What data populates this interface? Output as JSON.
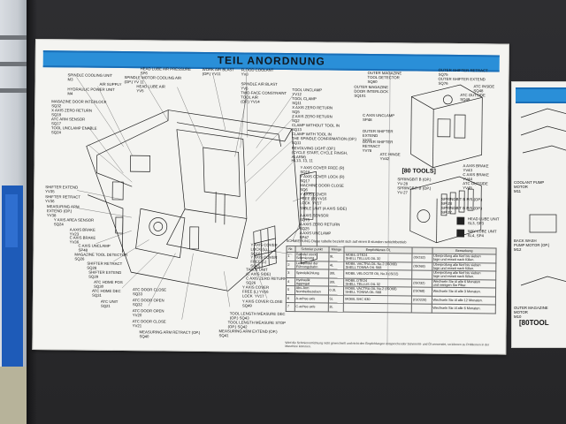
{
  "title": "TEIL ANORDNUNG",
  "tools_label": "[80 TOOLS]",
  "second_sheet_tools": "[80TOOL",
  "labels_main": [
    "HEAD LUBE AIR PRESSURE\nSP6",
    "SPINDLE MOTOR COOLING AIR\n(OP.) YV 11",
    "HEAD LUBE AIR\nYV5",
    "WORK AIR BLAST\n(OP.) YV11",
    "FLOOD COOLANT\nYV3",
    "SPINDLE AIR BLAST\nYV5",
    "TWO-FACE CONSTRAINT\nTOOL AIR\n(OP.) YV14",
    "SPINDLE COOLING UNIT\nM3",
    "AIR SUPPLY",
    "HYDRAULIC POWER UNIT\nM4",
    "MAGAZINE DOOR INTERLOCK\nSQ32",
    "X AXIS ZERO RETURN\nSQ18",
    "ATC ARM SENSOR\nSQ17",
    "TOOL UNCLAMP ENABLE\nSQ24",
    "SHIFTER EXTEND\nYV35",
    "SHIFTER RETRACT\nYV36",
    "MEASURING ARM\nEXTEND (OP.)\nYV38",
    "Y AXIS AREA SENSOR\nSQ24",
    "A AXIS BRAKE\nYV23",
    "C AXIS BRAKE\nYV36",
    "C AXIS UNCLAMP\nSP48",
    "MAGAZINE TOOL DETECTOR\nSQ26",
    "SHIFTER RETRACT\nSQ28",
    "SHIFTER EXTEND\nSQ29",
    "ATC HOME POS\nSQ30",
    "ATC HOME DEC\nSQ31",
    "ATC UNIT\nSQ21",
    "ATC DOOR CLOSE\nSQ33",
    "ATC DOOR OPEN\nSQ32",
    "ATC DOOR OPEN\nYV20",
    "ATC DOOR CLOSE\nYV21",
    "MEASURING ARM RETRACT (OP.)\nSQ40",
    "MEASURING ARM EXTEND (OP.)\nSQ41",
    "TOOL LENGTH MEASURE STOP\n(OP.) SQ42",
    "TOOL LENGTH MEASURE DEC\n(OP.) SQ43",
    "TOOL UNCLAMP\nYV12",
    "TOOL CLAMP\nSQ11",
    "X AXIS ZERO RETURN\nSQ5",
    "Z AXIS ZERO RETURN\nSQ2",
    "CLAMP WITHOUT TOOL IN\nSQ13",
    "CLAMP WITH TOOL IN\nTHE SPINDLE CONFIRMATION (OP.)\nSQ11",
    "REVOLVING LIGHT (OP.)\n(CYCLE START, CYCLE FINISH,\nALARM)\nHL13, 13, 11",
    "Y AXIS COVER FREE (R)\nSQ18",
    "Y AXIS COVER LOCK (R)\nSQ17",
    "MACHINE DOOR CLOSE\nSQ6",
    "Y AXIS COVER\nFREE (R) YV16\nLOCK  YV17",
    "TABLE UNIT (A AXIS SIDE)",
    "A AXIS SENSOR\nSQ73",
    "A AXIS ZERO RETURN\nSQ25",
    "A AXIS UNCLAMP\nSP47",
    "Y AXIS COVER\nLOCK (L)\nSQ16",
    "Y AXIS COVER\nFREE (L)\nSQ15",
    "TABLE UNIT\n(C AXIS SIDE)",
    "C AXIS ZERO RETURN\nSQ26",
    "Y AXIS COVER\nFREE (L) YV16\nLOCK  YV17",
    "Y AXIS COVER CLOSE\nSQ49"
  ],
  "labels_right": [
    "OUTER MAGAZINE\nTOOL DETECTOR\nSQ60",
    "OUTER MAGAZINE\nDOOR INTERLOCK\nSQ101",
    "OUTER SHIFTER RETRACT\nSQ75",
    "OUTER SHIFTER EXTEND\nSQ76",
    "ATC INSIDE\nSQ48",
    "ATC OUTSIDE\nSQ49",
    "C AXIS UNCLAMP\nSP48",
    "OUTER SHIFTER\nEXTEND\nYV77",
    "OUTER SHIFTER\nRETRACT\nYV78",
    "ATC HINGE\nYV42",
    "A AXIS BRAKE\nYV43",
    "C AXIS BRAKE\nYV44",
    "ATC OUTSIDE\nYV45",
    "SPRINGBIT B (OP.)\nYV-28",
    "SPRINGBIT B (OP.)\nYV-27",
    "SPRINGBIT B P/S (OP.)\nSP-28",
    "SPRINGBIT B P/S (OP.)\nSP-27",
    "HEAD LUBE UNIT\nSL3, SP3",
    "WAY LUBE UNIT\nSL4, SP4"
  ],
  "labels_second_sheet": [
    "COOLANT PUMP\nMOTOR\nM11",
    "BACK WASH\nPUMP MOTOR (OP.)\nM12",
    "OUTER MAGAZINE\nMOTOR\nM10"
  ],
  "schmierung": {
    "title": "SCHMIERUNG   Diese tabelle bezieht sich auf einen 8 stunden schichtbetrieb",
    "headers": [
      "Nr.",
      "Schmier punkt",
      "Menge",
      "Empfohlenes ÖL",
      "",
      "Bemerkung"
    ],
    "rows": [
      [
        "1",
        "Spindel stock\nSchmierung",
        "9L",
        "MOBIL DTE24\nSHELL TELLUS OIL 32",
        "(ISO32)",
        "Überprüfung alle fünf bis sieben\ntage und erweit nach füllen."
      ],
      [
        "2",
        "Leitspindel der\nFührungsbahn",
        "4L",
        "MOBIL VACTRA OIL No.2 (ISO68)\nSHELL TONNA OIL S68",
        "(ISO68)",
        "Überprüfung alle fünf bis sieben\ntage und erweit nach füllen."
      ],
      [
        "3",
        "Spindelkühlung",
        "30L",
        "MOBIL VELOCITE OIL No.3 (ISO2)",
        "",
        "Überprüfung alle fünf bis sieben\ntage und erweit nach füllen."
      ],
      [
        "4",
        "Hydraulik\nAggregat",
        "30L",
        "MOBIL DTE24\nSHELL TELLUS OIL 32",
        "(ISO32)",
        "Wechseln Sie öl alle 6 Monaten\nund reinigen Sie Filter."
      ],
      [
        "5",
        "Abs-Arm\nNomberbezeben",
        "0.3L",
        "MOBIL VACTRA OIL No.2 (ISO68)\nSHELL TONNA OIL S68",
        "(ISO68)",
        "Wechseln Sie öl alle 3 Monaten."
      ],
      [
        "6",
        "A-achse axis",
        "5L",
        "MOBIL SHC 630",
        "(ISO220)",
        "Wechseln Sie öl alle 12 Monaten."
      ],
      [
        "7",
        "C-achse axis",
        "3L",
        "",
        "",
        "Wechseln Sie öl alle 6 Monaten."
      ]
    ],
    "footer": "Wird die Schmiervorrichtung nicht gewechselt und nicht den Empfehlungen entsprechender Schmieröl- und\nÖl verwendet, so können zu Problemen in der Maschine kommen."
  }
}
